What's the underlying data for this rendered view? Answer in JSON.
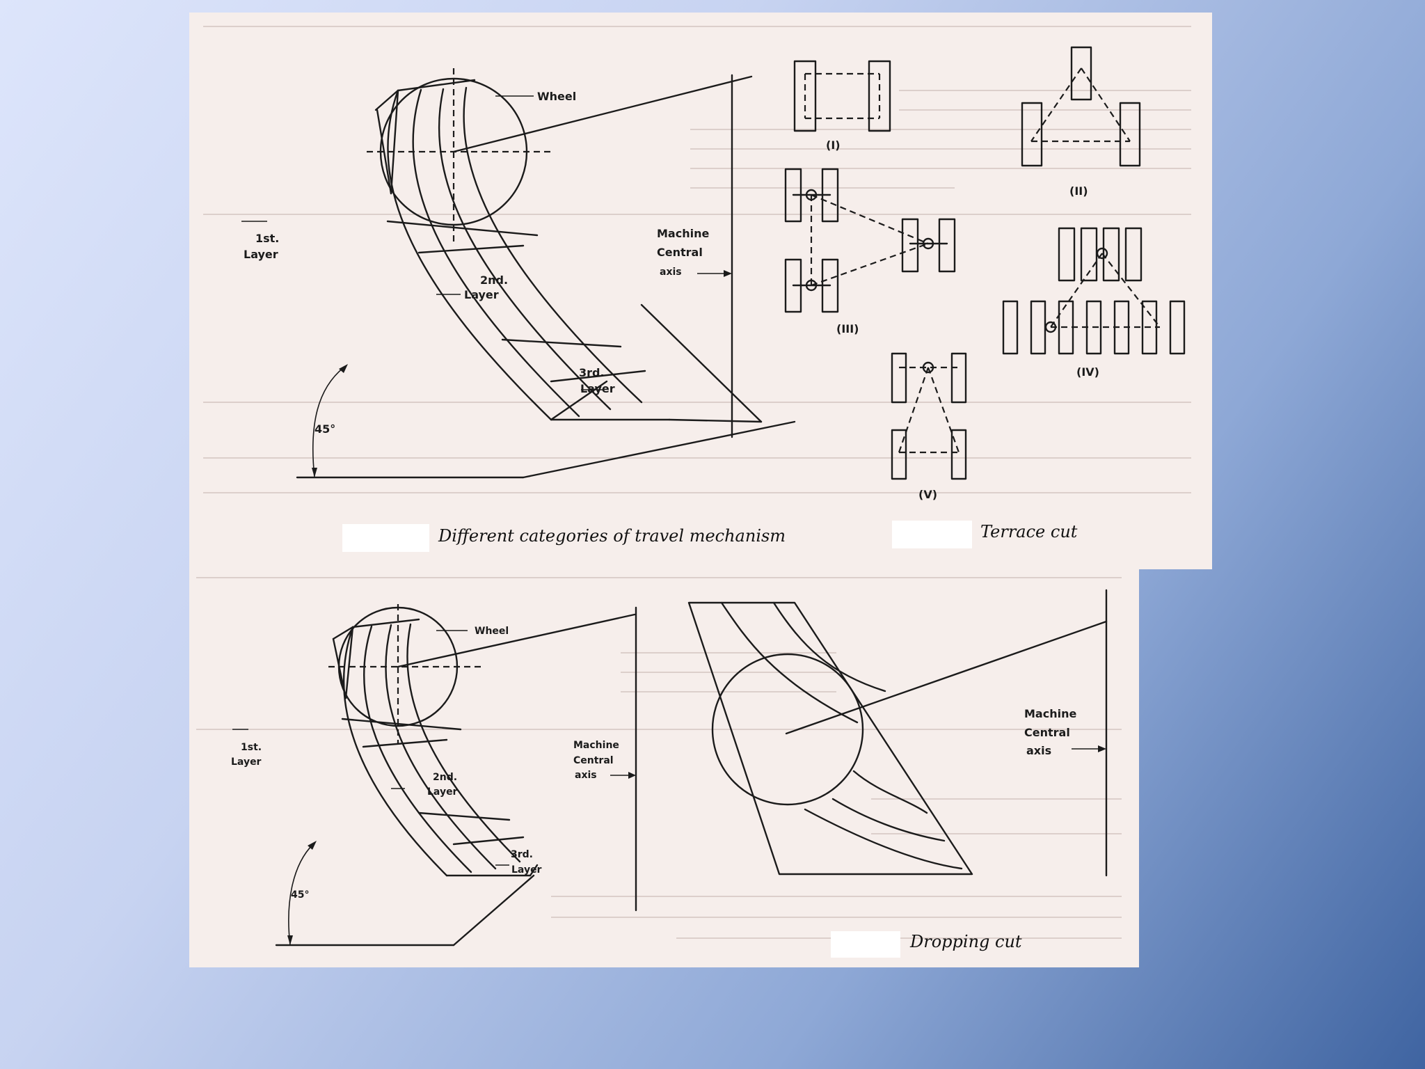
{
  "figure_top": {
    "travel_mechanism": {
      "wheel_label": "Wheel",
      "layer1_line1": "1st.",
      "layer1_line2": "Layer",
      "layer2_line1": "2nd.",
      "layer2_line2": "Layer",
      "layer3_line1": "3rd.",
      "layer3_line2": "Layer",
      "angle_label": "45°",
      "axis_line1": "Machine",
      "axis_line2": "Central",
      "axis_line3": "axis",
      "caption": "Different categories of travel mechanism"
    },
    "terrace_cut": {
      "label_I": "(I)",
      "label_II": "(II)",
      "label_III": "(III)",
      "label_IV": "(IV)",
      "label_V": "(V)",
      "caption": "Terrace cut"
    }
  },
  "figure_bottom": {
    "travel_mechanism": {
      "wheel_label": "Wheel",
      "layer1_line1": "1st.",
      "layer1_line2": "Layer",
      "layer2_line1": "2nd.",
      "layer2_line2": "Layer",
      "layer3_line1": "3rd.",
      "layer3_line2": "Layer",
      "angle_label": "45°",
      "axis_line1": "Machine",
      "axis_line2": "Central",
      "axis_line3": "axis"
    },
    "dropping_cut": {
      "axis_line1": "Machine",
      "axis_line2": "Central",
      "axis_line3": "axis",
      "caption": "Dropping cut"
    }
  }
}
